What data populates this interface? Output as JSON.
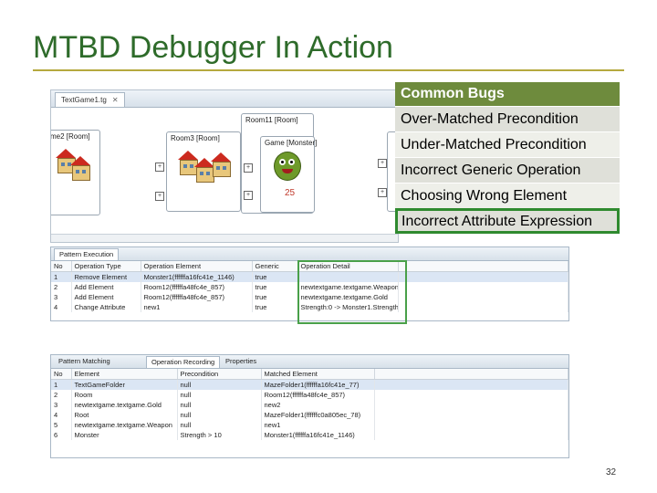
{
  "slide": {
    "title": "MTBD Debugger In Action",
    "page_number": "32"
  },
  "editor": {
    "tab_label": "TextGame1.tg",
    "nodes": {
      "room_left": "me2 [Room]",
      "room3": "Room3 [Room]",
      "room11": "Room11 [Room]",
      "game_monster": "Game [Monster]"
    },
    "monster_count": "25"
  },
  "common_bugs": {
    "header": "Common Bugs",
    "items": [
      "Over-Matched Precondition",
      "Under-Matched Precondition",
      "Incorrect Generic Operation",
      "Choosing Wrong Element",
      "Incorrect Attribute Expression"
    ],
    "selected_index": 4
  },
  "pattern_execution": {
    "tab_label": "Pattern Execution",
    "columns": [
      "No",
      "Operation Type",
      "Operation Element",
      "Generic",
      "Operation Detail"
    ],
    "rows": [
      [
        "1",
        "Remove Element",
        "Monster1(ffffffa16fc41e_1146)",
        "true",
        ""
      ],
      [
        "2",
        "Add Element",
        "Room12(ffffffa48fc4e_857)",
        "true",
        "newtextgame.textgame.Weapon"
      ],
      [
        "3",
        "Add Element",
        "Room12(ffffffa48fc4e_857)",
        "true",
        "newtextgame.textgame.Gold"
      ],
      [
        "4",
        "Change Attribute",
        "new1",
        "true",
        "Strength:0 -> Monster1.Strength"
      ]
    ]
  },
  "pattern_matching": {
    "tabs": [
      "Pattern Matching",
      "Operation Recording",
      "Properties"
    ],
    "columns": [
      "No",
      "Element",
      "Precondition",
      "Matched Element"
    ],
    "rows": [
      [
        "1",
        "TextGameFolder",
        "null",
        "MazeFolder1(ffffffa16fc41e_77)"
      ],
      [
        "2",
        "Room",
        "null",
        "Room12(ffffffa48fc4e_857)"
      ],
      [
        "3",
        "newtextgame.textgame.Gold",
        "null",
        "new2"
      ],
      [
        "4",
        "Root",
        "null",
        "MazeFolder1(ffffffc0a805ec_78)"
      ],
      [
        "5",
        "newtextgame.textgame.Weapon",
        "null",
        "new1"
      ],
      [
        "6",
        "Monster",
        "Strength > 10",
        "Monster1(ffffffa16fc41e_1146)"
      ]
    ]
  },
  "colors": {
    "title": "#2e6b2a",
    "menu_header_bg": "#6e8b3d",
    "selection_border": "#2f8a2f"
  }
}
